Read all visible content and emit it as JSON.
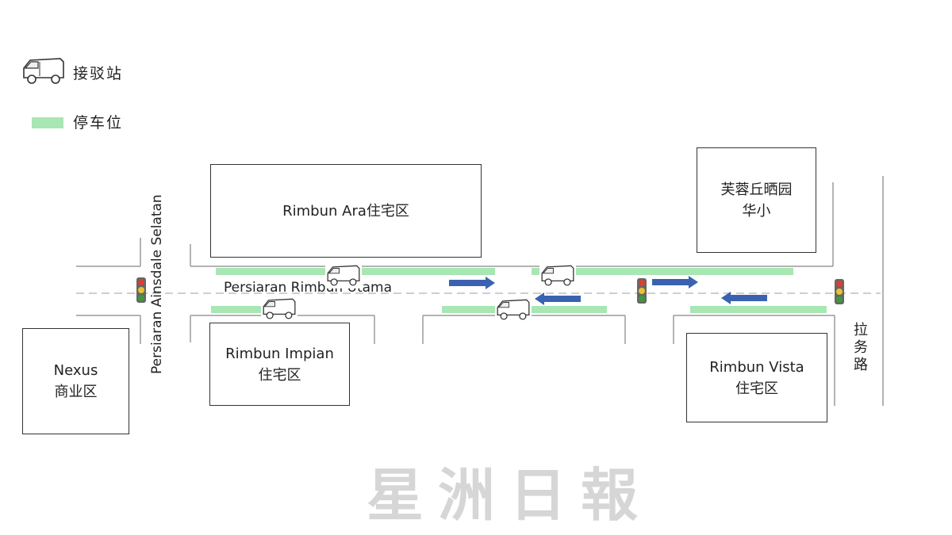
{
  "legend": {
    "shuttle_label": "接驳站",
    "parking_label": "停车位",
    "parking_color": "#a8e6b4"
  },
  "blocks": {
    "rimbun_ara": {
      "line1": "Rimbun Ara住宅区"
    },
    "school": {
      "line1": "芙蓉丘晒园",
      "line2": "华小"
    },
    "rimbun_impian": {
      "line1": "Rimbun Impian",
      "line2": "住宅区"
    },
    "nexus": {
      "line1": "Nexus",
      "line2": "商业区"
    },
    "rimbun_vista": {
      "line1": "Rimbun Vista",
      "line2": "住宅区"
    }
  },
  "roads": {
    "main_road": "Persiaran Rimbun Utama",
    "cross_road": "Persiaran Ainsdale Selatan",
    "east_road": "拉务路"
  },
  "colors": {
    "arrow": "#3a62b0",
    "road_line": "#9a9a9a",
    "light_red": "#d94032",
    "light_yellow": "#e8c230",
    "light_green": "#3c9a3c"
  },
  "icons": {
    "shuttle": "van-icon",
    "traffic_light": "traffic-light-icon",
    "arrow": "direction-arrow-icon"
  },
  "watermark": "星洲日報"
}
